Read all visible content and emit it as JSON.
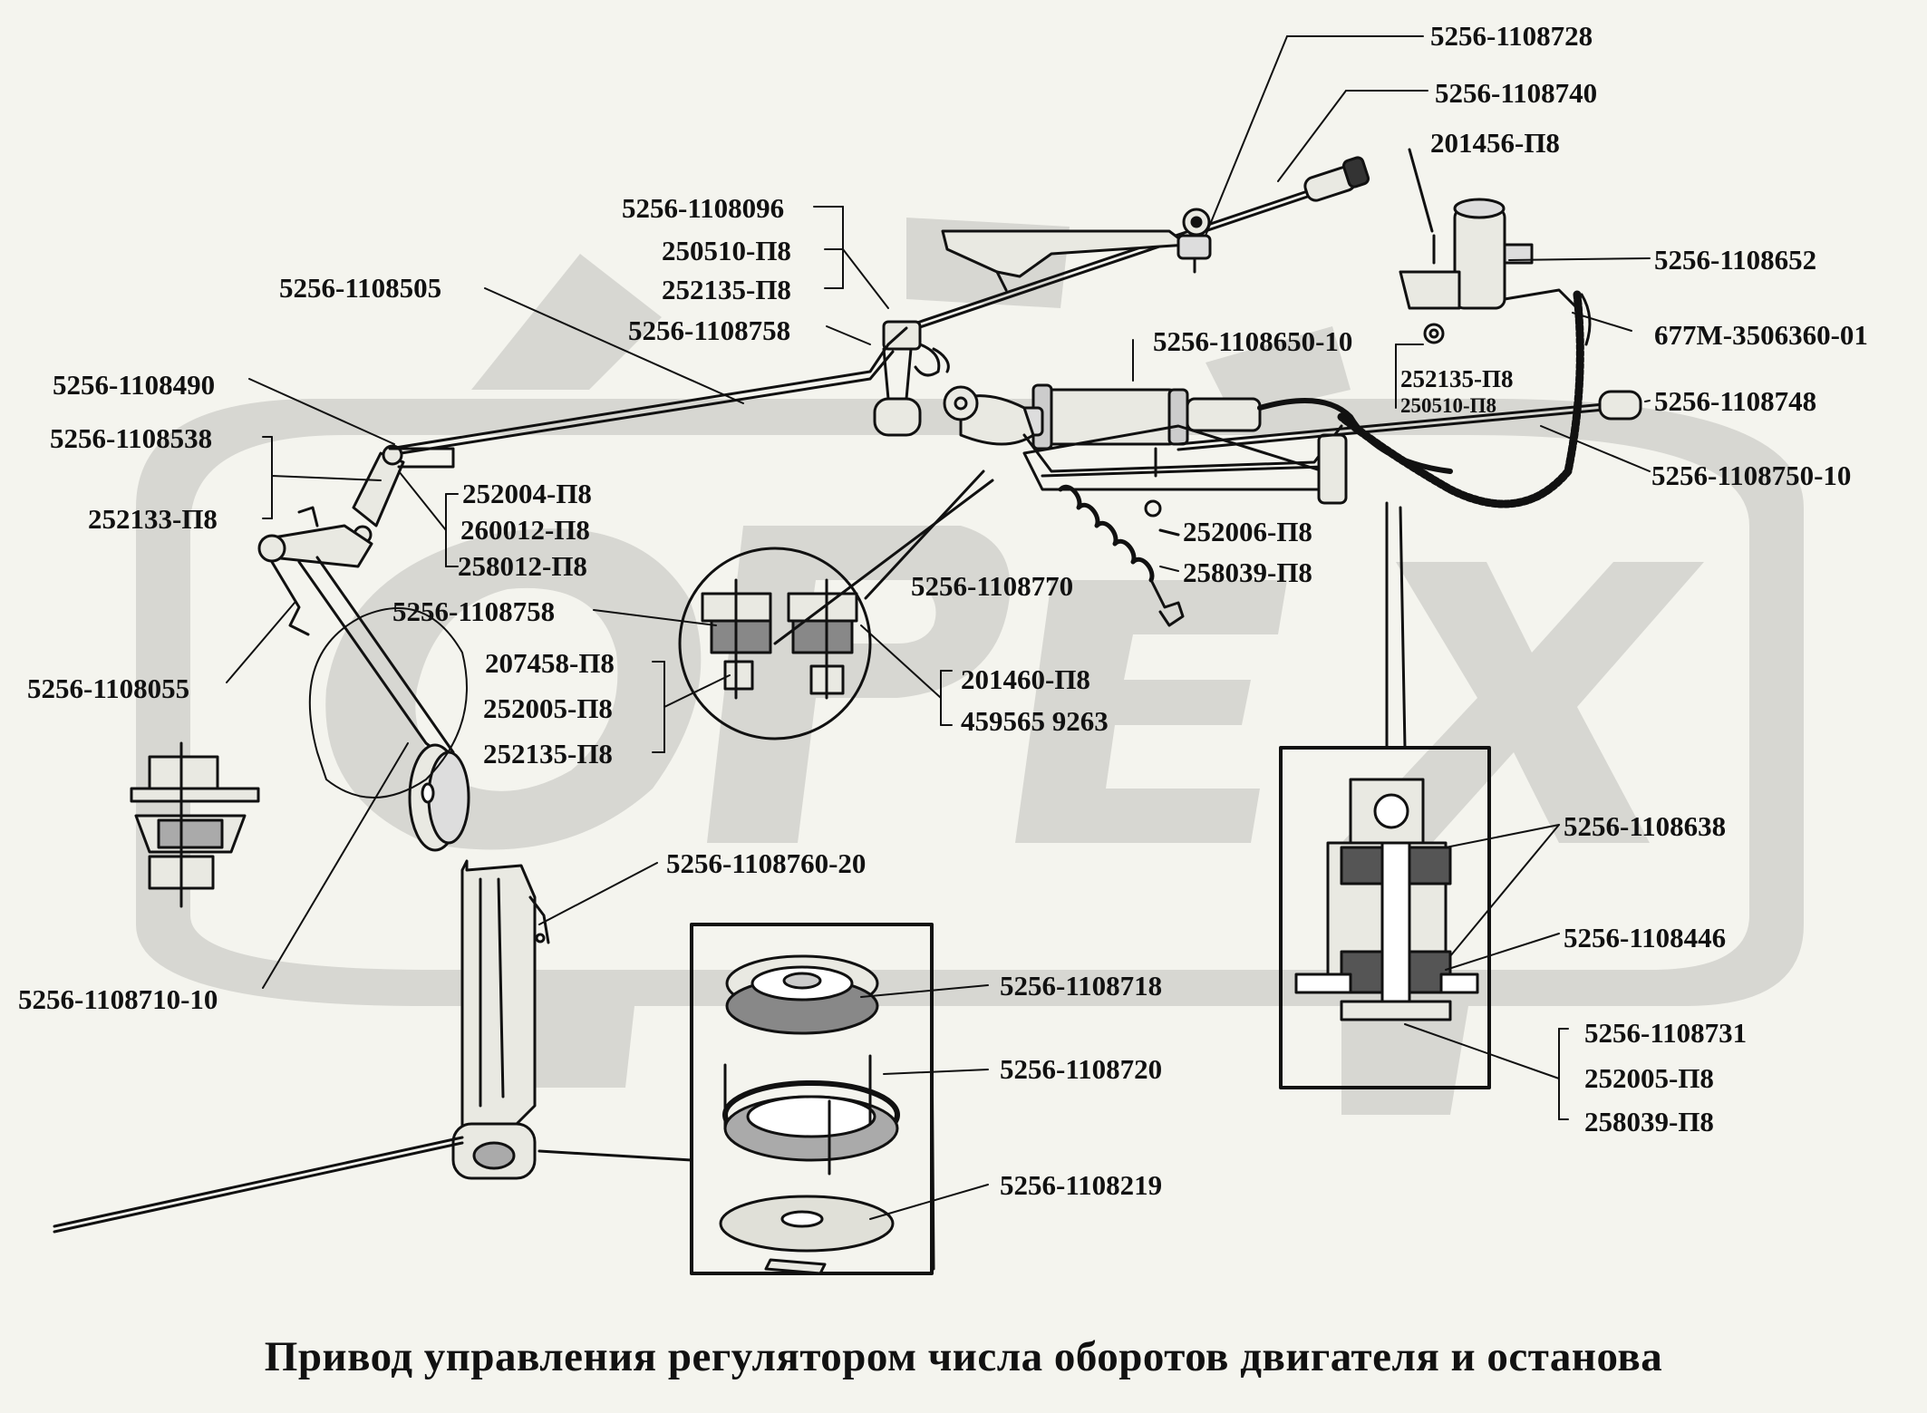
{
  "title": "Привод управления регулятором числа оборотов двигателя и останова",
  "watermark": {
    "text": "OPEX",
    "color": "#d7d7d2"
  },
  "colors": {
    "ink": "#111111",
    "paper": "#f4f4ee"
  },
  "labels": [
    "5256-1108728",
    "5256-1108740",
    "201456-П8",
    "5256-1108652",
    "677М-3506360-01",
    "5256-1108096",
    "250510-П8",
    "252135-П8",
    "5256-1108505",
    "5256-1108758",
    "5256-1108650-10",
    "252135-П8",
    "250510-П8",
    "5256-1108748",
    "5256-1108490",
    "5256-1108750-10",
    "5256-1108538",
    "252004-П8",
    "252133-П8",
    "260012-П8",
    "252006-П8",
    "258012-П8",
    "258039-П8",
    "5256-1108770",
    "5256-1108758",
    "207458-П8",
    "201460-П8",
    "5256-1108055",
    "252005-П8",
    "459565 9263",
    "252135-П8",
    "5256-1108638",
    "5256-1108760-20",
    "5256-1108446",
    "5256-1108718",
    "5256-1108710-10",
    "5256-1108731",
    "5256-1108720",
    "252005-П8",
    "258039-П8",
    "5256-1108219"
  ]
}
